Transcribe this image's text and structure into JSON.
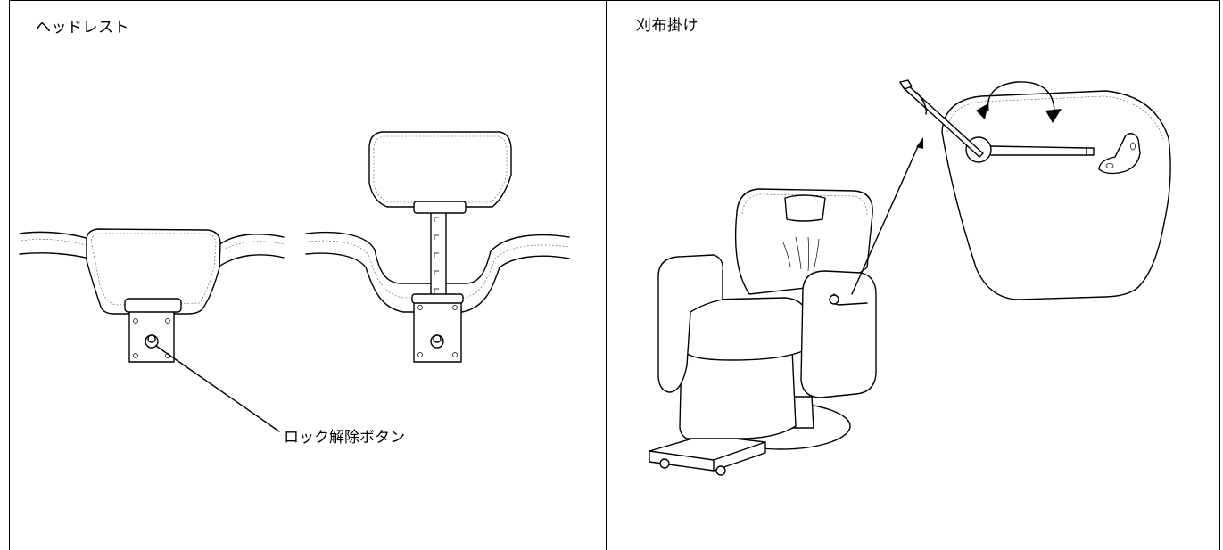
{
  "panels": {
    "left": {
      "title": "ヘッドレスト",
      "callout": "ロック解除ボタン"
    },
    "right": {
      "title": "刈布掛け"
    }
  },
  "colors": {
    "line": "#000000",
    "background": "#ffffff"
  }
}
